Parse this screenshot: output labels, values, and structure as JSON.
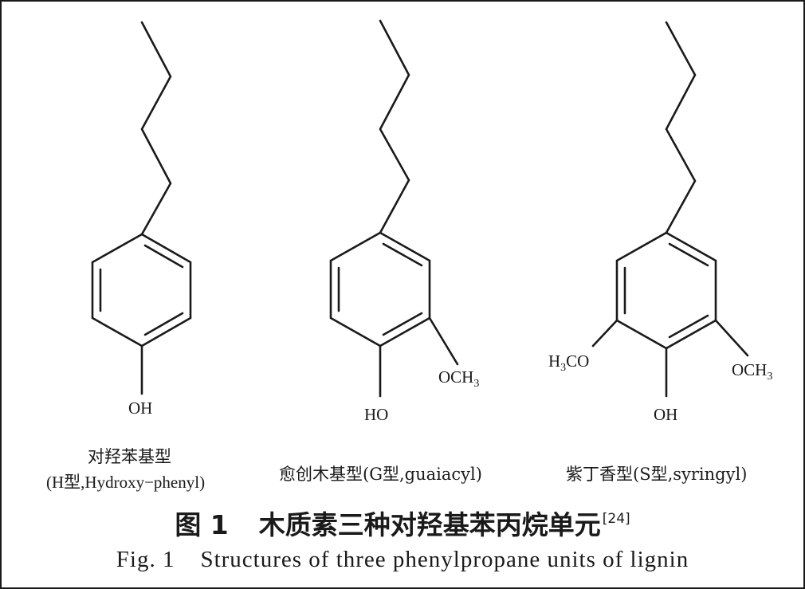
{
  "structures": [
    {
      "id": "H",
      "atoms": {
        "hydroxyl": "OH"
      },
      "caption_line1": "对羟苯基型",
      "caption_line2": "(H型,Hydroxy−phenyl)"
    },
    {
      "id": "G",
      "atoms": {
        "hydroxyl": "HO",
        "methoxy_right": {
          "main": "OCH",
          "sub": "3"
        }
      },
      "caption_line1": "愈创木基型(G型,guaiacyl)"
    },
    {
      "id": "S",
      "atoms": {
        "methoxy_left": {
          "pre": "H",
          "sub": "3",
          "post": "CO"
        },
        "methoxy_right": {
          "main": "OCH",
          "sub": "3"
        },
        "hydroxyl": "OH"
      },
      "caption_line1": "紫丁香型(S型,syringyl)"
    }
  ],
  "figure_title": {
    "cn_label": "图 1",
    "cn_text": "木质素三种对羟基苯丙烷单元",
    "cn_ref": "[24]",
    "en_label": "Fig. 1",
    "en_text": "Structures of three phenylpropane units of lignin"
  }
}
